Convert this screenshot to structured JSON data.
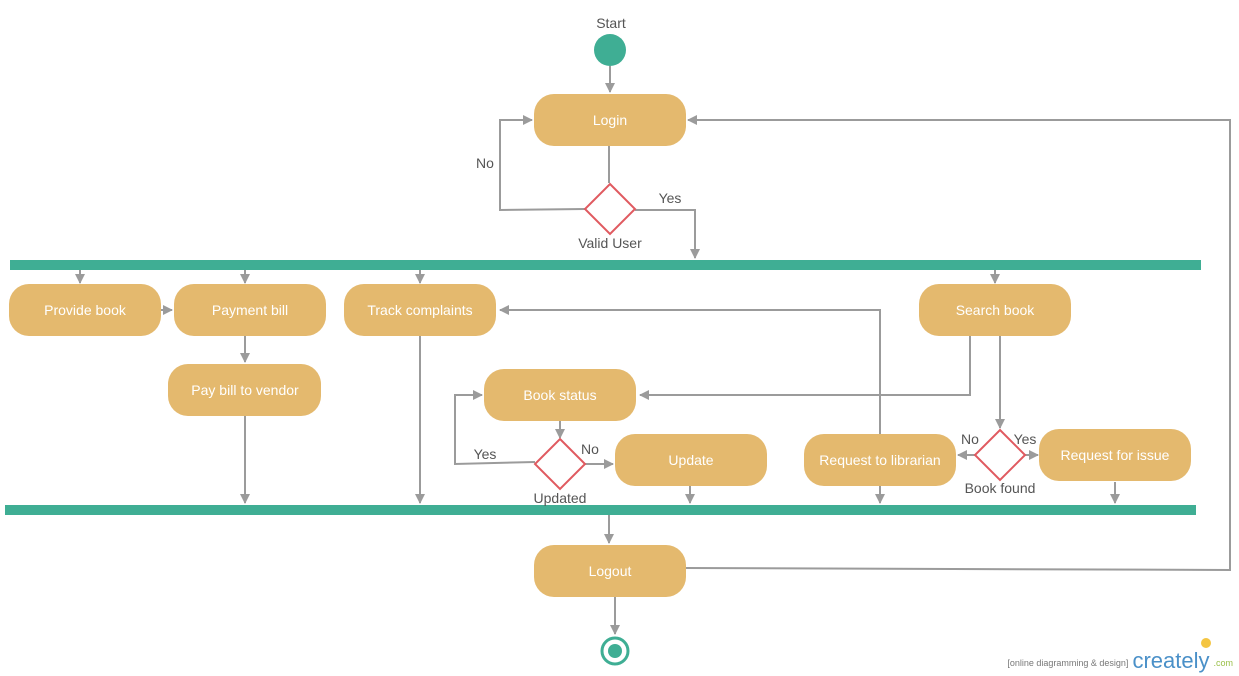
{
  "nodes": {
    "login": "Login",
    "provide_book": "Provide book",
    "payment_bill": "Payment bill",
    "pay_bill_vendor": "Pay bill to vendor",
    "track_complaints": "Track complaints",
    "search_book": "Search book",
    "book_status": "Book status",
    "update": "Update",
    "request_librarian": "Request to librarian",
    "request_issue": "Request for issue",
    "logout": "Logout"
  },
  "labels": {
    "start": "Start",
    "no_login": "No",
    "yes_login": "Yes",
    "valid_user": "Valid User",
    "yes_updated": "Yes",
    "no_updated": "No",
    "updated": "Updated",
    "no_found": "No",
    "yes_found": "Yes",
    "book_found": "Book found"
  },
  "colors": {
    "activity": "#e4b96e",
    "fork_bar": "#3fae94",
    "decision_stroke": "#e05a60",
    "connector": "#9b9b9b"
  },
  "branding": {
    "tagline": "[online diagramming & design]",
    "name": "creately",
    "domain": ".com"
  }
}
